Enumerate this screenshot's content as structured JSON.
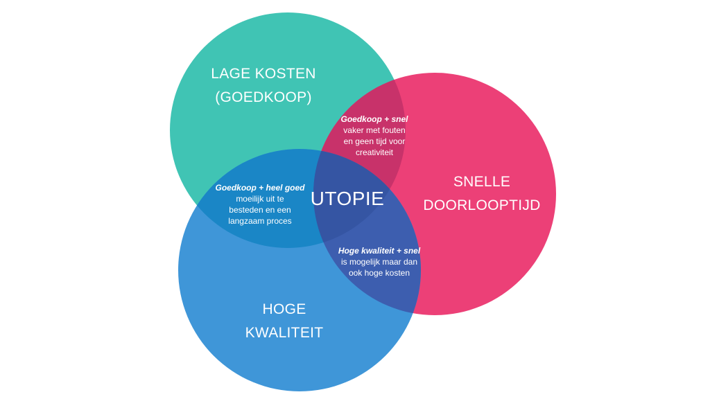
{
  "circles": {
    "cost": {
      "label_line1": "LAGE KOSTEN",
      "label_line2": "(GOEDKOOP)",
      "color": "#40C4B4"
    },
    "speed": {
      "label_line1": "SNELLE",
      "label_line2": "DOORLOOPTIJD",
      "color": "#EC4077"
    },
    "quality": {
      "label_line1": "HOGE",
      "label_line2": "KWALITEIT",
      "color": "#3F96D8"
    }
  },
  "overlaps": {
    "cost_speed": {
      "title": "Goedkoop + snel",
      "line1": "vaker met fouten",
      "line2": "en geen tijd voor",
      "line3": "creativiteit",
      "color": "#C8326A"
    },
    "cost_quality": {
      "title": "Goedkoop + heel goed",
      "line1": "moeilijk uit te",
      "line2": "besteden en een",
      "line3": "langzaam proces",
      "color": "#1A86C6"
    },
    "quality_speed": {
      "title": "Hoge kwaliteit + snel",
      "line1": "is mogelijk maar dan",
      "line2": "ook hoge kosten",
      "color": "#3D5EAF"
    },
    "center": {
      "label": "UTOPIE",
      "color": "#3555A3"
    }
  }
}
